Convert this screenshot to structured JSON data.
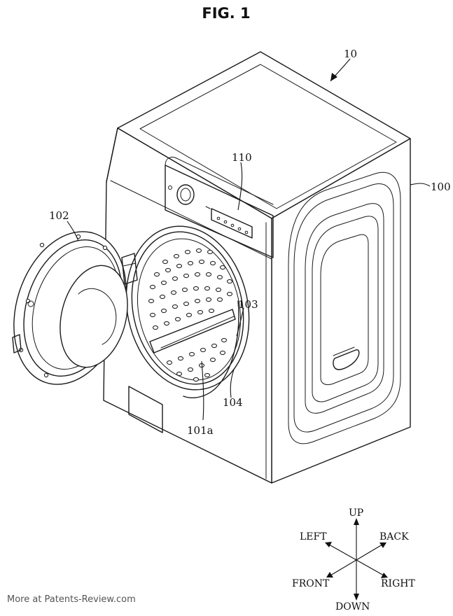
{
  "figure": {
    "title": "FIG. 1"
  },
  "reference_numerals": {
    "machine": "10",
    "cabinet": "100",
    "control_panel": "110",
    "door": "102",
    "drum_front": "103",
    "gasket": "104",
    "drum_lifter": "101a"
  },
  "directions": {
    "up": "UP",
    "down": "DOWN",
    "left": "LEFT",
    "right": "RIGHT",
    "front": "FRONT",
    "back": "BACK"
  },
  "watermark": "More at Patents-Review.com"
}
